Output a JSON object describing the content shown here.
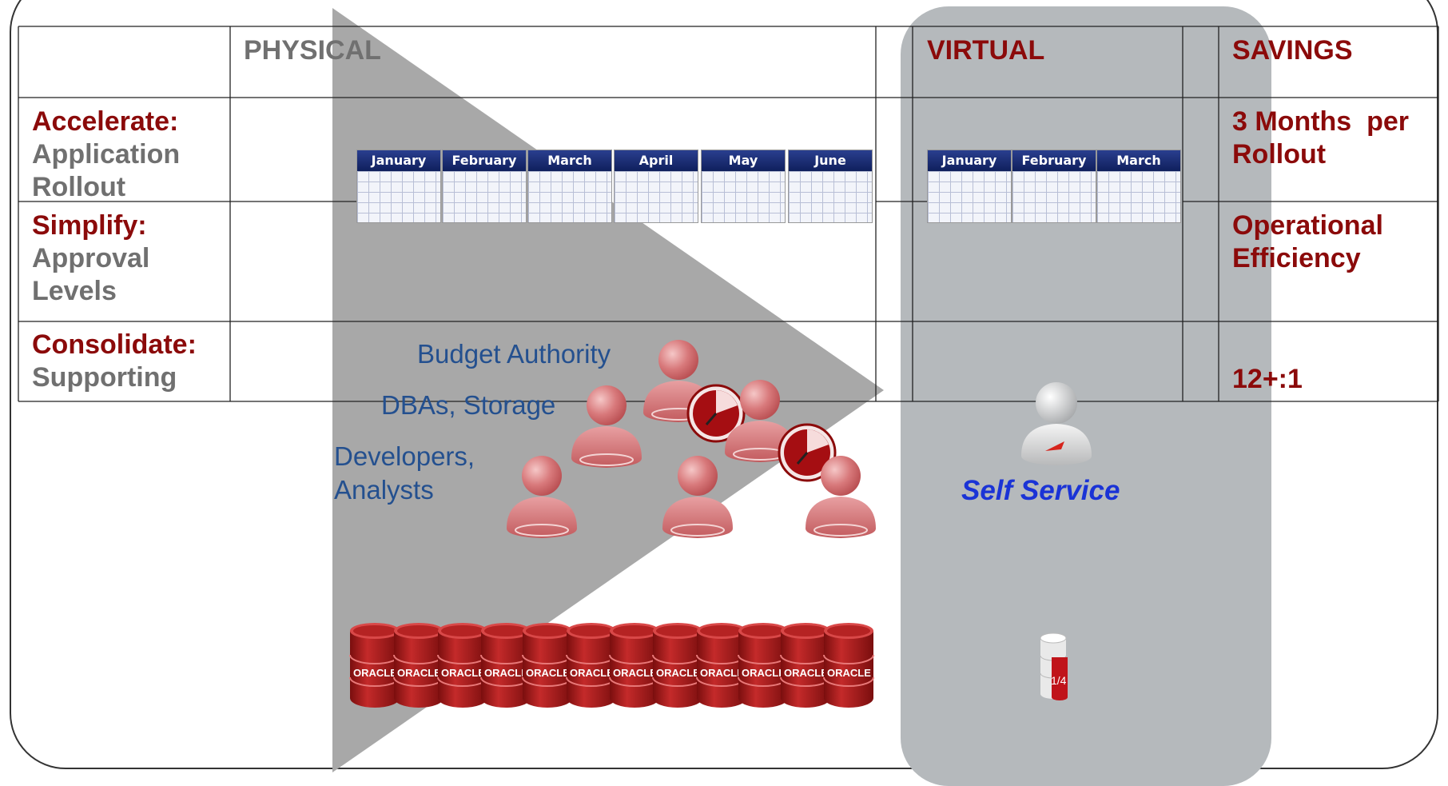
{
  "columns": {
    "physical": "PHYSICAL",
    "virtual": "VIRTUAL",
    "savings": "SAVINGS"
  },
  "rows": [
    {
      "title": "Accelerate:",
      "subtitle_lines": [
        "Application",
        "Rollout"
      ],
      "savings_lines": [
        "3 Months  per",
        "Rollout"
      ]
    },
    {
      "title": "Simplify:",
      "subtitle_lines": [
        "Approval",
        "Levels"
      ],
      "savings_lines": [
        "Operational",
        "Efficiency"
      ]
    },
    {
      "title": "Consolidate:",
      "subtitle_lines": [
        "Supporting"
      ],
      "savings_lines": [
        "12+:1"
      ]
    }
  ],
  "physical_months": [
    "January",
    "February",
    "March",
    "April",
    "May",
    "June"
  ],
  "virtual_months": [
    "January",
    "February",
    "March"
  ],
  "roles": {
    "budget": "Budget Authority",
    "dba": "DBAs, Storage",
    "dev_line1": "Developers,",
    "dev_line2": "Analysts"
  },
  "self_service": "Self Service",
  "db_brand": "ORACLE",
  "db_fraction": "1/4",
  "db_count": 12,
  "colors": {
    "accent_red": "#8b0a0a",
    "label_gray": "#707070",
    "role_blue": "#24508f",
    "self_service_blue": "#1a33d6",
    "triangle_gray": "#a8a8a8",
    "virtual_panel": "#b5b9bc",
    "calendar_header": "#0f1f5c"
  }
}
